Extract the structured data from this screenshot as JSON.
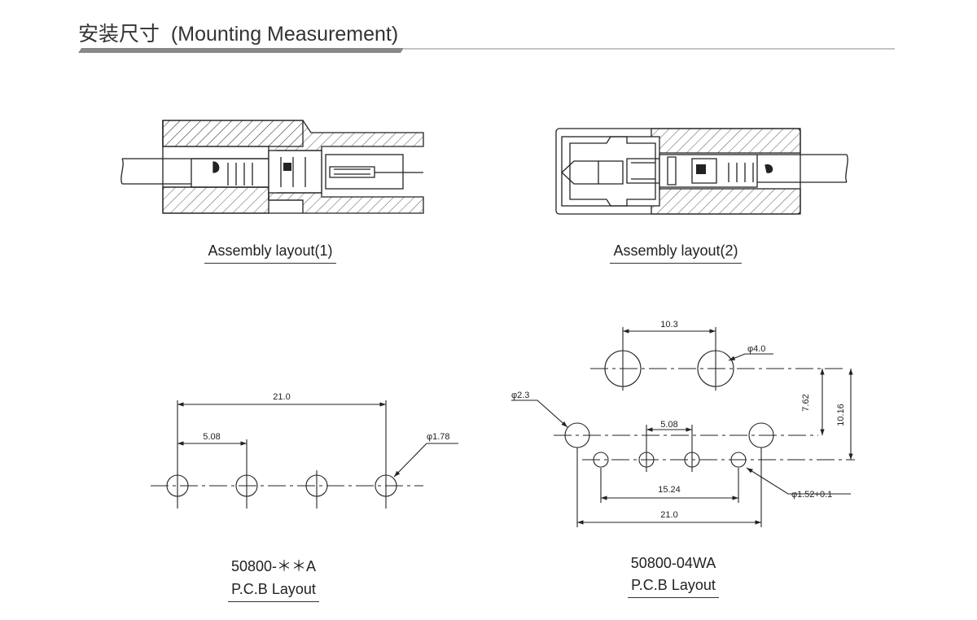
{
  "header": {
    "title_cn": "安装尺寸",
    "title_en": "(Mounting Measurement)"
  },
  "assembly": {
    "caption_1": "Assembly layout(1)",
    "caption_2": "Assembly layout(2)"
  },
  "pcb_left": {
    "dim_21": "21.0",
    "dim_508": "5.08",
    "hole_dia": "φ1.78",
    "part_number": "50800-＊＊A",
    "caption": "P.C.B Layout"
  },
  "pcb_right": {
    "dim_103": "10.3",
    "dim_40": "φ4.0",
    "dim_23": "φ2.3",
    "dim_762": "7.62",
    "dim_1016": "10.16",
    "dim_508": "5.08",
    "dim_1524": "15.24",
    "dim_152": "φ1.52+0.1",
    "dim_21": "21.0",
    "part_number": "50800-04WA",
    "caption": "P.C.B Layout"
  }
}
